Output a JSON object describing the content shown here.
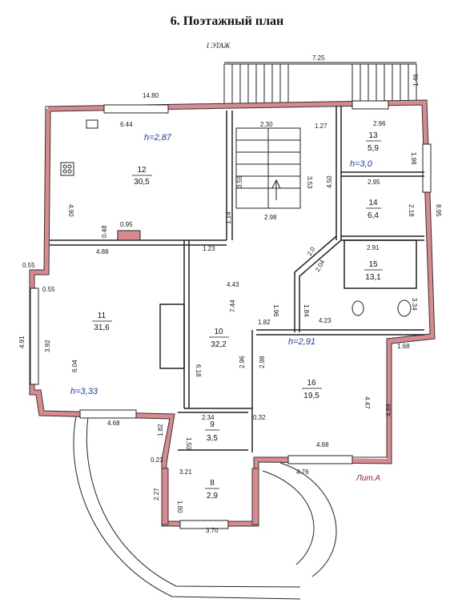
{
  "title": "6. Поэтажный  план",
  "floor_label": "I ЭТАЖ",
  "colors": {
    "wall": "#d98a8f",
    "wall_edge": "#333333",
    "line": "#222222",
    "height_text": "#1f3aa8",
    "lit_text": "#b0202a"
  },
  "rooms": [
    {
      "number": "12",
      "area": "30,5"
    },
    {
      "number": "13",
      "area": "5,9"
    },
    {
      "number": "14",
      "area": "6,4"
    },
    {
      "number": "15",
      "area": "13,1"
    },
    {
      "number": "11",
      "area": "31,6"
    },
    {
      "number": "10",
      "area": "32,2"
    },
    {
      "number": "16",
      "area": "19,5"
    },
    {
      "number": "9",
      "area": "3,5"
    },
    {
      "number": "8",
      "area": "2,9"
    }
  ],
  "heights": [
    "h=2,87",
    "h=3,0",
    "h=2,91",
    "h=3,33"
  ],
  "dimensions": [
    "7.25",
    "1.46",
    "14.80",
    "6.44",
    "2.30",
    "1.27",
    "2.96",
    "1.98",
    "4.90",
    "3.53",
    "3.59",
    "4.50",
    "2.95",
    "2.18",
    "2.98",
    "1.14",
    "0.95",
    "0.48",
    "4.88",
    "1.23",
    "0.55",
    "0.55",
    "2.91",
    "2.0",
    "2.04",
    "8.95",
    "4.43",
    "7.44",
    "1.96",
    "1.84",
    "3.34",
    "4.91",
    "3.92",
    "6.04",
    "1.82",
    "4.23",
    "6.18",
    "2.96",
    "2.98",
    "1.68",
    "4.47",
    "2.34",
    "4.68",
    "0.32",
    "1.50",
    "1.82",
    "4.68",
    "4.89",
    "0.23",
    "3.21",
    "4.76",
    "2.27",
    "1.80",
    "3.70"
  ],
  "lit_label": "Лит.А"
}
